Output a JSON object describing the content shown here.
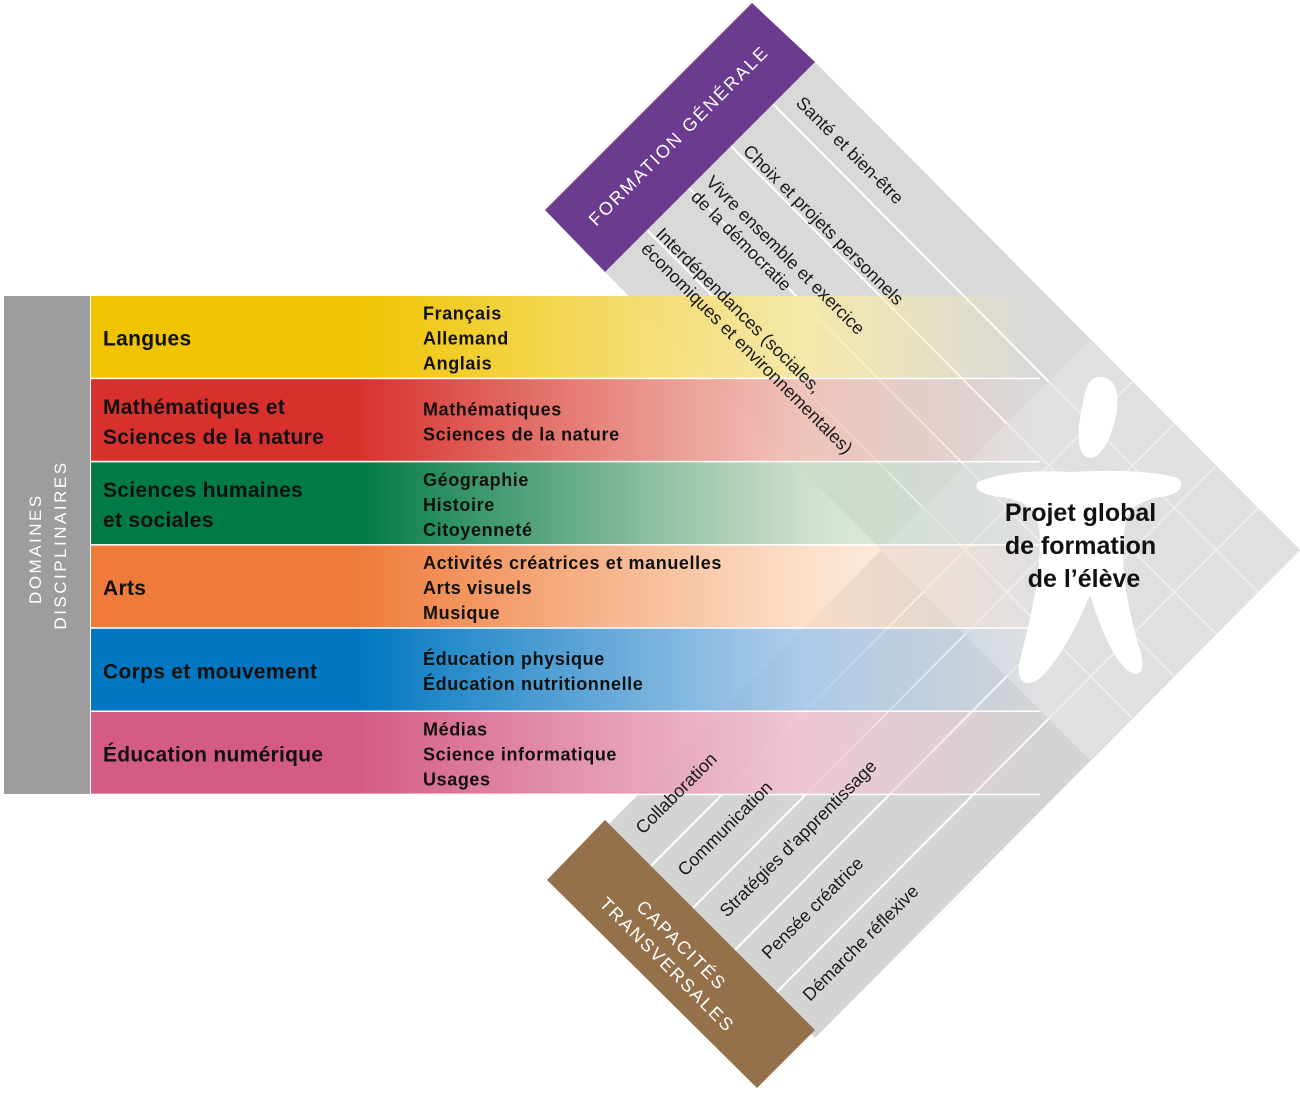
{
  "left_panel": {
    "title_lines": [
      "DOMAINES",
      "DISCIPLINAIRES"
    ]
  },
  "domains": [
    {
      "title_lines": [
        "Langues"
      ],
      "subjects": [
        "Français",
        "Allemand",
        "Anglais"
      ],
      "color": "#f0c400",
      "fade": "#f7e9a6"
    },
    {
      "title_lines": [
        "Mathématiques et",
        "Sciences de la nature"
      ],
      "subjects": [
        "Mathématiques",
        "Sciences de la nature"
      ],
      "color": "#d8312d",
      "fade": "#f0c1b6"
    },
    {
      "title_lines": [
        "Sciences humaines",
        "et sociales"
      ],
      "subjects": [
        "Géographie",
        "Histoire",
        "Citoyenneté"
      ],
      "color": "#007a46",
      "fade": "#c9dcc9"
    },
    {
      "title_lines": [
        "Arts"
      ],
      "subjects": [
        "Activités créatrices et manuelles",
        "Arts visuels",
        "Musique"
      ],
      "color": "#ef7b3a",
      "fade": "#fbdcc4"
    },
    {
      "title_lines": [
        "Corps et mouvement"
      ],
      "subjects": [
        "Éducation physique",
        "Éducation nutritionnelle"
      ],
      "color": "#0077c0",
      "fade": "#a9c9e9"
    },
    {
      "title_lines": [
        "Éducation numérique"
      ],
      "subjects": [
        "Médias",
        "Science informatique",
        "Usages"
      ],
      "color": "#d45b82",
      "fade": "#f0c6d2"
    }
  ],
  "formation_generale": {
    "title": "FORMATION GÉNÉRALE",
    "color": "#6a3b8e",
    "items": [
      [
        "Santé et bien-être"
      ],
      [
        "Choix et projets personnels"
      ],
      [
        "Vivre ensemble et exercice",
        "de la démocratie"
      ],
      [
        "Interdépendances (sociales,",
        "économiques et environnementales)"
      ]
    ]
  },
  "capacites_transversales": {
    "title_lines": [
      "CAPACITÉS",
      "TRANSVERSALES"
    ],
    "color": "#94714a",
    "items": [
      "Collaboration",
      "Communication",
      "Stratégies d’apprentissage",
      "Pensée créatrice",
      "Démarche réflexive"
    ]
  },
  "center": {
    "lines": [
      "Projet global",
      "de formation",
      "de l’élève"
    ]
  },
  "colors": {
    "axis_band": "#d9d9da",
    "left_panel": "#9d9d9e"
  }
}
